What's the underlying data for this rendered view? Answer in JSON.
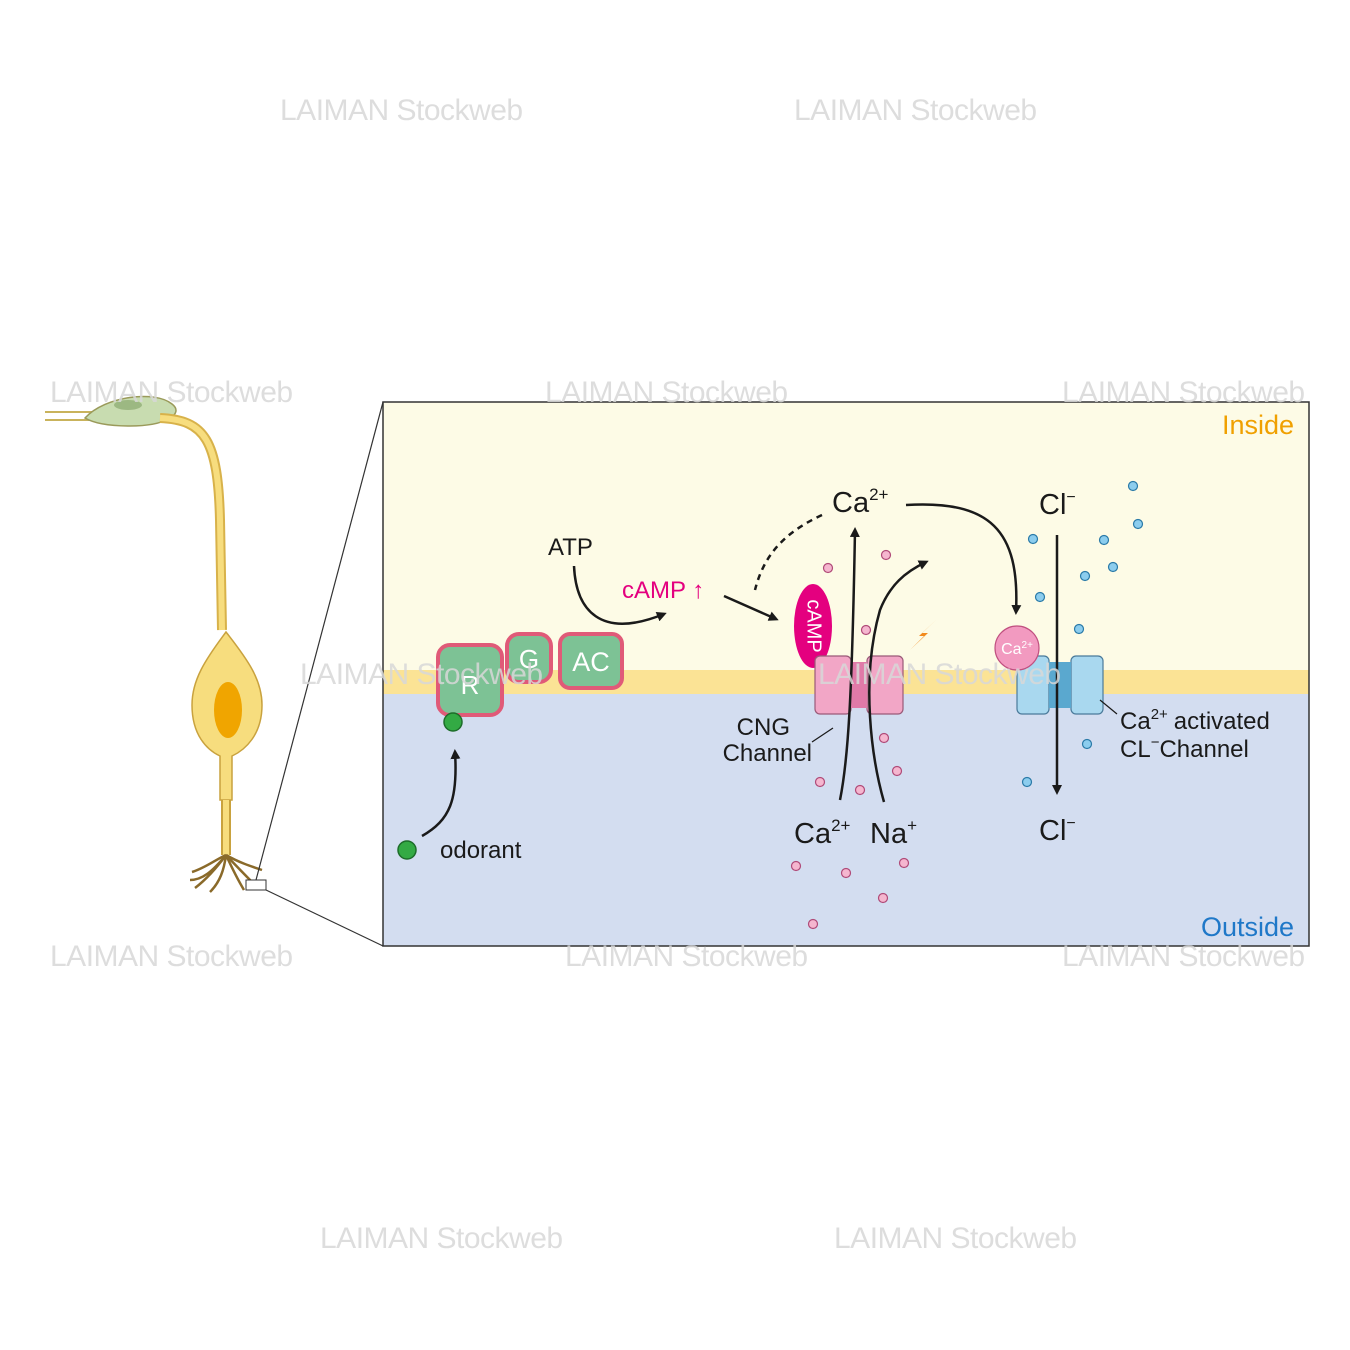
{
  "labels": {
    "inside": "Inside",
    "outside": "Outside",
    "atp": "ATP",
    "camp_up": "cAMP ↑",
    "camp_bound": "cAMP",
    "receptor": "R",
    "g_protein": "G",
    "adenylyl_cyclase": "AC",
    "odorant": "odorant",
    "cng_channel_line1": "CNG",
    "cng_channel_line2": "Channel",
    "cl_channel_line1": "activated",
    "cl_channel_line2": "Channel",
    "cl_channel_ca_prefix": "Ca",
    "cl_channel_ca_sup": "2+",
    "cl_channel_cl_prefix": "CL",
    "cl_channel_cl_sup": "−",
    "ion_ca_inside": "Ca",
    "ion_ca_inside_sup": "2+",
    "ion_ca_outside": "Ca",
    "ion_ca_outside_sup": "2+",
    "ion_na": "Na",
    "ion_na_sup": "+",
    "ion_cl_inside": "Cl",
    "ion_cl_inside_sup": "−",
    "ion_cl_outside": "Cl",
    "ion_cl_outside_sup": "−",
    "ca_bound": "Ca",
    "ca_bound_sup": "2+"
  },
  "watermarks": [
    "LAIMAN Stockweb",
    "LAIMAN Stockweb",
    "LAIMAN Stockweb",
    "LAIMAN Stockweb",
    "LAIMAN Stockweb",
    "LAIMAN Stockweb",
    "LAIMAN Stockweb",
    "LAIMAN Stockweb",
    "LAIMAN Stockweb",
    "LAIMAN Stockweb",
    "LAIMAN Stockweb",
    "LAIMAN Stockweb"
  ],
  "colors": {
    "inside_bg": "#fdfbe6",
    "outside_bg": "#d3ddf0",
    "membrane": "#fbe395",
    "inside_text": "#f0a000",
    "outside_text": "#1f78c8",
    "camp_text": "#e4007f",
    "protein_fill": "#7dc295",
    "protein_border": "#e05a78",
    "cng_channel": "#f2a6c6",
    "cl_channel": "#a9d8ef",
    "ca_dot": "#f5b6cf",
    "cl_dot": "#8ccdee"
  }
}
